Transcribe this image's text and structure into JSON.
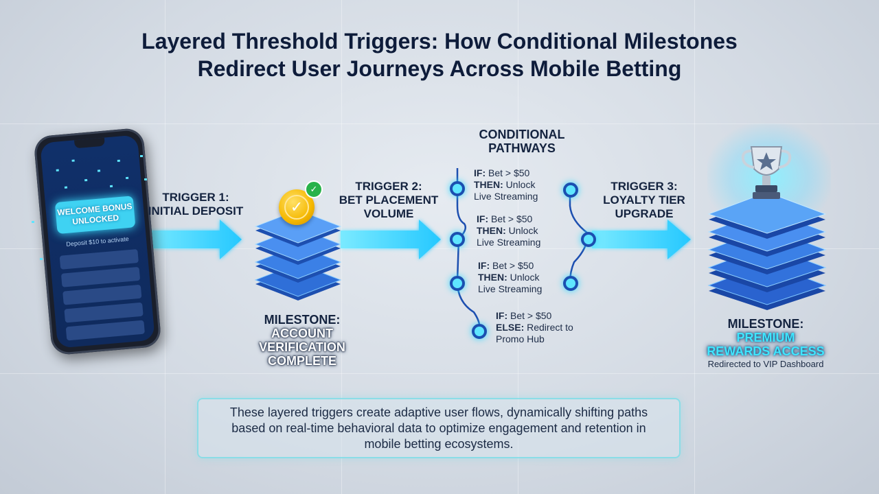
{
  "title": {
    "line1": "Layered Threshold Triggers: How Conditional Milestones",
    "line2": "Redirect User Journeys Across Mobile Betting"
  },
  "phone": {
    "bonus_line1": "WELCOME BONUS",
    "bonus_line2": "UNLOCKED",
    "deposit_text": "Deposit $10 to activate"
  },
  "trigger1": {
    "line1": "TRIGGER 1:",
    "line2": "INITIAL DEPOSIT"
  },
  "trigger2": {
    "line1": "TRIGGER 2:",
    "line2": "BET PLACEMENT",
    "line3": "VOLUME"
  },
  "trigger3": {
    "line1": "TRIGGER 3:",
    "line2": "LOYALTY TIER",
    "line3": "UPGRADE"
  },
  "milestone1": {
    "line1": "MILESTONE:",
    "line2": "ACCOUNT",
    "line3": "VERIFICATION",
    "line4": "COMPLETE"
  },
  "conditional": {
    "title_line1": "CONDITIONAL",
    "title_line2": "PATHWAYS",
    "items": [
      {
        "if_kw": "IF:",
        "if_text": "Bet > $50",
        "then_kw": "THEN:",
        "then_text": "Unlock",
        "line3": "Live Streaming"
      },
      {
        "if_kw": "IF:",
        "if_text": "Bet > $50",
        "then_kw": "THEN:",
        "then_text": "Unlock",
        "line3": "Live Streaming"
      },
      {
        "if_kw": "IF:",
        "if_text": "Bet > $50",
        "then_kw": "THEN:",
        "then_text": "Unlock",
        "line3": "Live Streaming"
      },
      {
        "if_kw": "IF:",
        "if_text": "Bet > $50",
        "then_kw": "ELSE:",
        "then_text": "Redirect to",
        "line3": "Promo Hub"
      }
    ]
  },
  "milestone2": {
    "line1": "MILESTONE:",
    "line2": "PREMIUM",
    "line3": "REWARDS ACCESS",
    "sub": "Redirected to VIP Dashboard"
  },
  "summary": "These layered triggers create adaptive user flows, dynamically shifting paths based on real-time behavioral data to optimize engagement and retention in mobile betting ecosystems.",
  "colors": {
    "arrow": "#3fd8ff",
    "stack_blue": "#2f6fd8",
    "accent_cyan": "#3fe6ff"
  }
}
